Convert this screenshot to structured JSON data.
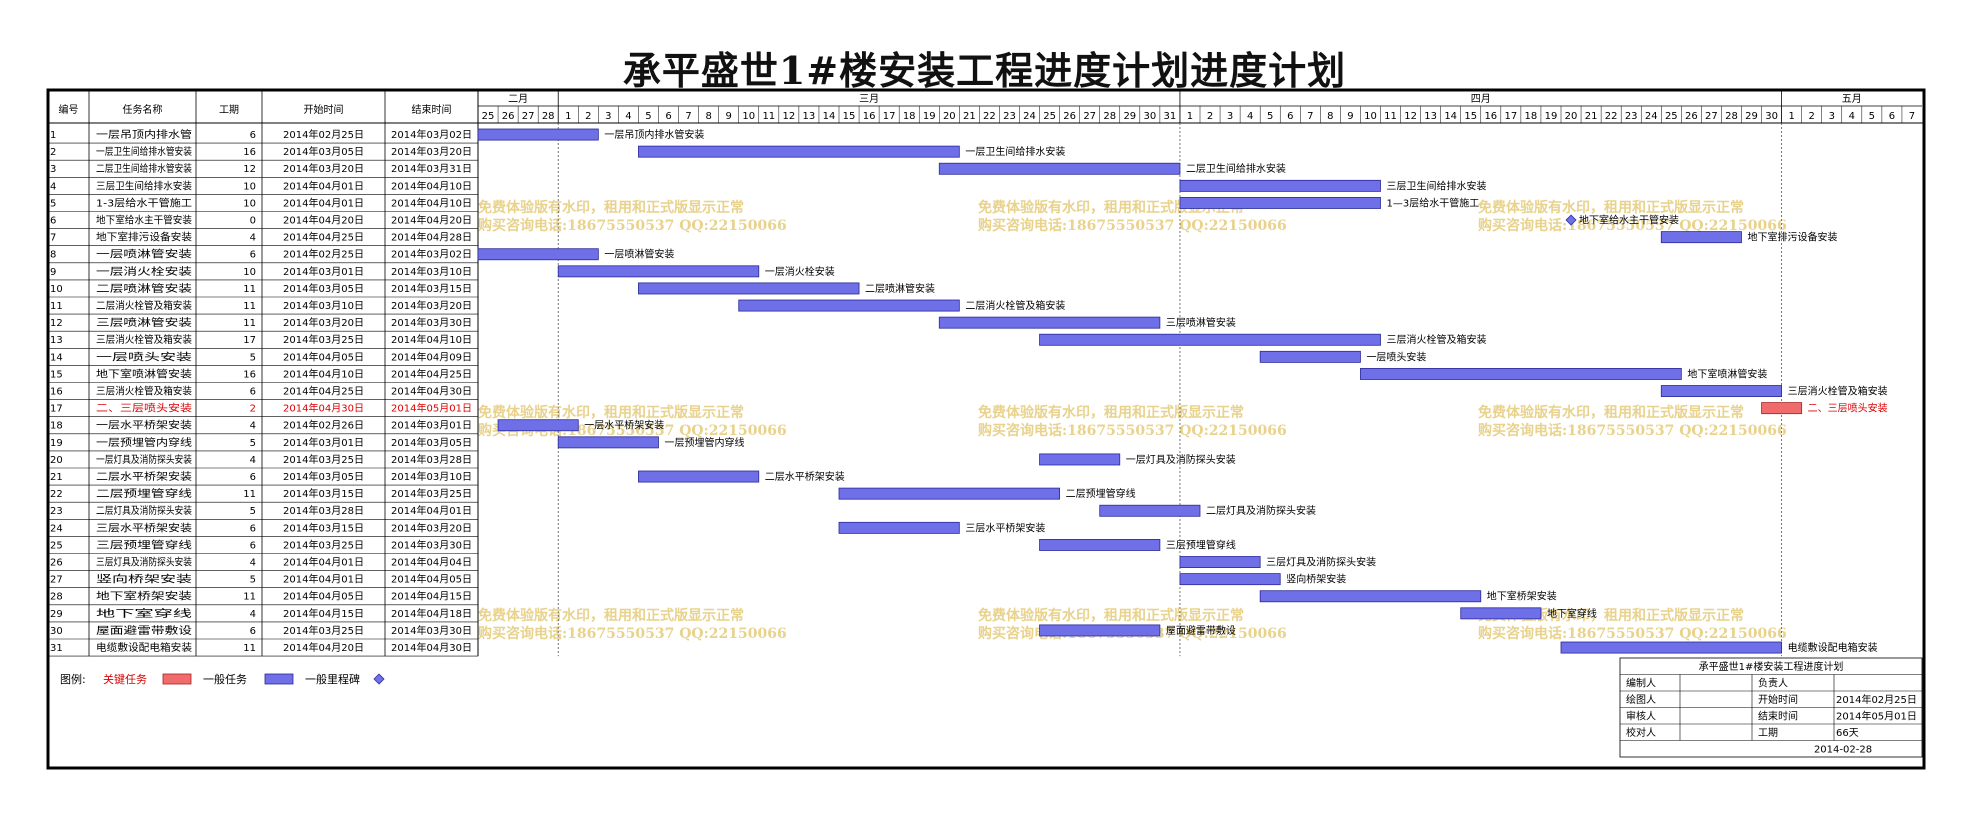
{
  "title": "承平盛世1#楼安装工程进度计划进度计划",
  "table_headers": [
    "编号",
    "任务名称",
    "工期",
    "开始时间",
    "结束时间"
  ],
  "month_labels": [
    "二月",
    "三月",
    "四月",
    "五月"
  ],
  "colors": {
    "normal": "#6f6fe8",
    "critical": "#f06b6b",
    "watermark": "#e8d28c",
    "critical_text": "#dd0000"
  },
  "watermark": {
    "line1": "免费体验版有水印，租用和正式版显示正常",
    "line2": "购买咨询电话:18675550537 QQ:22150066"
  },
  "chart_data": {
    "type": "gantt",
    "timeline_start": "2014-02-25",
    "timeline_end": "2014-05-07",
    "tasks": [
      {
        "id": "1",
        "name": "一层吊顶内排水管",
        "duration": 6,
        "start": "2014年02月25日",
        "end": "2014年03月02日",
        "bar_label": "一层吊顶内排水管安装",
        "type": "normal"
      },
      {
        "id": "2",
        "name": "一层卫生间给排水管安装",
        "duration": 16,
        "start": "2014年03月05日",
        "end": "2014年03月20日",
        "bar_label": "一层卫生间给排水安装",
        "type": "normal"
      },
      {
        "id": "3",
        "name": "二层卫生间给排水管安装",
        "duration": 12,
        "start": "2014年03月20日",
        "end": "2014年03月31日",
        "bar_label": "二层卫生间给排水安装",
        "type": "normal"
      },
      {
        "id": "4",
        "name": "三层卫生间给排水安装",
        "duration": 10,
        "start": "2014年04月01日",
        "end": "2014年04月10日",
        "bar_label": "三层卫生间给排水安装",
        "type": "normal"
      },
      {
        "id": "5",
        "name": "1-3层给水干管施工",
        "duration": 10,
        "start": "2014年04月01日",
        "end": "2014年04月10日",
        "bar_label": "1—3层给水干管施工",
        "type": "normal"
      },
      {
        "id": "6",
        "name": "地下室给水主干管安装",
        "duration": 0,
        "start": "2014年04月20日",
        "end": "2014年04月20日",
        "bar_label": "地下室给水主干管安装",
        "type": "milestone"
      },
      {
        "id": "7",
        "name": "地下室排污设备安装",
        "duration": 4,
        "start": "2014年04月25日",
        "end": "2014年04月28日",
        "bar_label": "地下室排污设备安装",
        "type": "normal"
      },
      {
        "id": "8",
        "name": "一层喷淋管安装",
        "duration": 6,
        "start": "2014年02月25日",
        "end": "2014年03月02日",
        "bar_label": "一层喷淋管安装",
        "type": "normal"
      },
      {
        "id": "9",
        "name": "一层消火栓安装",
        "duration": 10,
        "start": "2014年03月01日",
        "end": "2014年03月10日",
        "bar_label": "一层消火栓安装",
        "type": "normal"
      },
      {
        "id": "10",
        "name": "二层喷淋管安装",
        "duration": 11,
        "start": "2014年03月05日",
        "end": "2014年03月15日",
        "bar_label": "二层喷淋管安装",
        "type": "normal"
      },
      {
        "id": "11",
        "name": "二层消火栓管及箱安装",
        "duration": 11,
        "start": "2014年03月10日",
        "end": "2014年03月20日",
        "bar_label": "二层消火栓管及箱安装",
        "type": "normal"
      },
      {
        "id": "12",
        "name": "三层喷淋管安装",
        "duration": 11,
        "start": "2014年03月20日",
        "end": "2014年03月30日",
        "bar_label": "三层喷淋管安装",
        "type": "normal"
      },
      {
        "id": "13",
        "name": "三层消火栓管及箱安装",
        "duration": 17,
        "start": "2014年03月25日",
        "end": "2014年04月10日",
        "bar_label": "三层消火栓管及箱安装",
        "type": "normal"
      },
      {
        "id": "14",
        "name": "一层喷头安装",
        "duration": 5,
        "start": "2014年04月05日",
        "end": "2014年04月09日",
        "bar_label": "一层喷头安装",
        "type": "normal"
      },
      {
        "id": "15",
        "name": "地下室喷淋管安装",
        "duration": 16,
        "start": "2014年04月10日",
        "end": "2014年04月25日",
        "bar_label": "地下室喷淋管安装",
        "type": "normal"
      },
      {
        "id": "16",
        "name": "三层消火栓管及箱安装",
        "duration": 6,
        "start": "2014年04月25日",
        "end": "2014年04月30日",
        "bar_label": "三层消火栓管及箱安装",
        "type": "normal"
      },
      {
        "id": "17",
        "name": "二、三层喷头安装",
        "duration": 2,
        "start": "2014年04月30日",
        "end": "2014年05月01日",
        "bar_label": "二、三层喷头安装",
        "type": "critical"
      },
      {
        "id": "18",
        "name": "一层水平桥架安装",
        "duration": 4,
        "start": "2014年02月26日",
        "end": "2014年03月01日",
        "bar_label": "一层水平桥架安装",
        "type": "normal"
      },
      {
        "id": "19",
        "name": "一层预埋管内穿线",
        "duration": 5,
        "start": "2014年03月01日",
        "end": "2014年03月05日",
        "bar_label": "一层预埋管内穿线",
        "type": "normal"
      },
      {
        "id": "20",
        "name": "一层灯具及消防探头安装",
        "duration": 4,
        "start": "2014年03月25日",
        "end": "2014年03月28日",
        "bar_label": "一层灯具及消防探头安装",
        "type": "normal"
      },
      {
        "id": "21",
        "name": "二层水平桥架安装",
        "duration": 6,
        "start": "2014年03月05日",
        "end": "2014年03月10日",
        "bar_label": "二层水平桥架安装",
        "type": "normal"
      },
      {
        "id": "22",
        "name": "二层预埋管穿线",
        "duration": 11,
        "start": "2014年03月15日",
        "end": "2014年03月25日",
        "bar_label": "二层预埋管穿线",
        "type": "normal"
      },
      {
        "id": "23",
        "name": "二层灯具及消防探头安装",
        "duration": 5,
        "start": "2014年03月28日",
        "end": "2014年04月01日",
        "bar_label": "二层灯具及消防探头安装",
        "type": "normal"
      },
      {
        "id": "24",
        "name": "三层水平桥架安装",
        "duration": 6,
        "start": "2014年03月15日",
        "end": "2014年03月20日",
        "bar_label": "三层水平桥架安装",
        "type": "normal"
      },
      {
        "id": "25",
        "name": "三层预埋管穿线",
        "duration": 6,
        "start": "2014年03月25日",
        "end": "2014年03月30日",
        "bar_label": "三层预埋管穿线",
        "type": "normal"
      },
      {
        "id": "26",
        "name": "三层灯具及消防探头安装",
        "duration": 4,
        "start": "2014年04月01日",
        "end": "2014年04月04日",
        "bar_label": "三层灯具及消防探头安装",
        "type": "normal"
      },
      {
        "id": "27",
        "name": "竖向桥架安装",
        "duration": 5,
        "start": "2014年04月01日",
        "end": "2014年04月05日",
        "bar_label": "竖向桥架安装",
        "type": "normal"
      },
      {
        "id": "28",
        "name": "地下室桥架安装",
        "duration": 11,
        "start": "2014年04月05日",
        "end": "2014年04月15日",
        "bar_label": "地下室桥架安装",
        "type": "normal"
      },
      {
        "id": "29",
        "name": "地下室穿线",
        "duration": 4,
        "start": "2014年04月15日",
        "end": "2014年04月18日",
        "bar_label": "地下室穿线",
        "type": "normal"
      },
      {
        "id": "30",
        "name": "屋面避雷带敷设",
        "duration": 6,
        "start": "2014年03月25日",
        "end": "2014年03月30日",
        "bar_label": "屋面避雷带敷设",
        "type": "normal"
      },
      {
        "id": "31",
        "name": "电缆敷设配电箱安装",
        "duration": 11,
        "start": "2014年04月20日",
        "end": "2014年04月30日",
        "bar_label": "电缆敷设配电箱安装",
        "type": "normal"
      }
    ]
  },
  "legend": {
    "label": "图例:",
    "critical": "关键任务",
    "normal": "一般任务",
    "milestone": "一般里程碑"
  },
  "info_table": {
    "title": "承平盛世1#楼安装工程进度计划",
    "rows": [
      [
        "编制人",
        "",
        "负责人",
        ""
      ],
      [
        "绘图人",
        "",
        "开始时间",
        "2014年02月25日"
      ],
      [
        "审核人",
        "",
        "结束时间",
        "2014年05月01日"
      ],
      [
        "校对人",
        "",
        "工期",
        "66天"
      ]
    ],
    "date": "2014-02-28"
  }
}
